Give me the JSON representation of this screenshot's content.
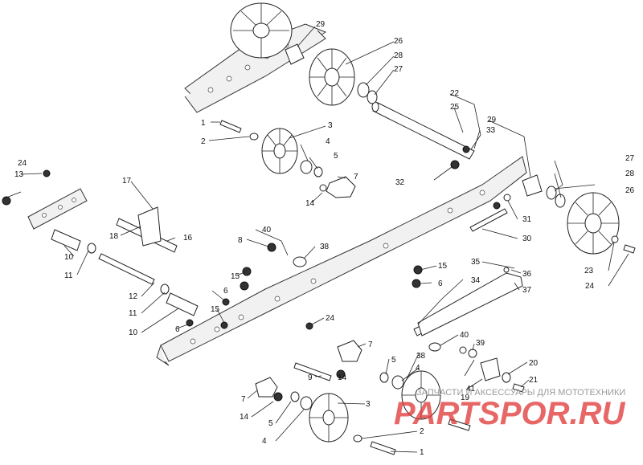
{
  "diagram": {
    "labels": [
      "1",
      "2",
      "3",
      "4",
      "5",
      "6",
      "7",
      "8",
      "9",
      "10",
      "11",
      "12",
      "13",
      "14",
      "15",
      "16",
      "17",
      "18",
      "19",
      "20",
      "21",
      "22",
      "23",
      "24",
      "25",
      "26",
      "27",
      "28",
      "29",
      "30",
      "31",
      "32",
      "33",
      "34",
      "35",
      "36",
      "37",
      "38",
      "39",
      "40",
      "41"
    ]
  },
  "watermark": {
    "caption": "ЗАПЧАСТИ И АКСЕССУАРЫ ДЛЯ МОТОТЕХНИКИ",
    "logo": "PARTSPOR.RU"
  }
}
